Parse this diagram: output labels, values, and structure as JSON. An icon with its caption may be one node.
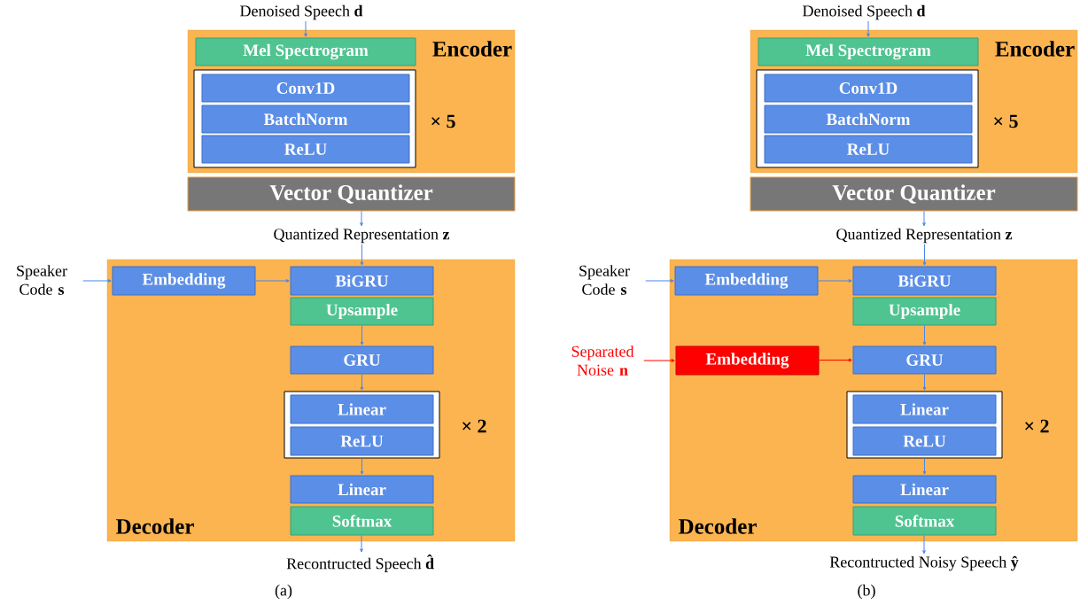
{
  "diagram": {
    "nodes": [
      {
        "text": [
          "Denoised Speech **d**"
        ]
      },
      {
        "text": [
          "Encoder"
        ]
      },
      {
        "text": [
          "Mel Spectrogram"
        ],
        "in": 1
      },
      {
        "text": [],
        "shape": "box",
        "in": 1,
        "beside": [
          "× 5"
        ]
      },
      {
        "text": [
          "Conv1D"
        ],
        "in": 3
      },
      {
        "text": [
          "BatchNorm"
        ],
        "in": 3
      },
      {
        "text": [
          "ReLU"
        ],
        "in": 3
      },
      {
        "text": [
          "Vector Quantizer"
        ]
      },
      {
        "text": [
          "Quantized Representation **z**"
        ]
      },
      {
        "text": [
          "Speaker Code **s**"
        ]
      },
      {
        "text": [
          "Decoder"
        ]
      },
      {
        "text": [
          "Embedding"
        ],
        "in": 10
      },
      {
        "text": [
          "BiGRU"
        ],
        "in": 10
      },
      {
        "text": [
          "Upsample"
        ],
        "in": 10
      },
      {
        "text": [
          "GRU"
        ],
        "in": 10
      },
      {
        "text": [],
        "shape": "box",
        "in": 10,
        "beside": [
          "× 2"
        ]
      },
      {
        "text": [
          "Linear"
        ],
        "in": 15
      },
      {
        "text": [
          "ReLU"
        ],
        "in": 15
      },
      {
        "text": [
          "Linear"
        ],
        "in": 10
      },
      {
        "text": [
          "Softmax"
        ],
        "in": 10
      },
      {
        "text": [
          "Recontructed Speech **d̂**"
        ]
      },
      {
        "text": [
          "Denoised Speech **d**"
        ]
      },
      {
        "text": [
          "Encoder"
        ]
      },
      {
        "text": [
          "Mel Spectrogram"
        ],
        "in": 22
      },
      {
        "text": [],
        "shape": "box",
        "in": 22,
        "beside": [
          "× 5"
        ]
      },
      {
        "text": [
          "Conv1D"
        ],
        "in": 24
      },
      {
        "text": [
          "BatchNorm"
        ],
        "in": 24
      },
      {
        "text": [
          "ReLU"
        ],
        "in": 24
      },
      {
        "text": [
          "Vector Quantizer"
        ]
      },
      {
        "text": [
          "Quantized Representation **z**"
        ]
      },
      {
        "text": [
          "Speaker Code **s**"
        ]
      },
      {
        "text": [
          "Separated Noise **n**"
        ]
      },
      {
        "text": [
          "Decoder"
        ]
      },
      {
        "text": [
          "Embedding"
        ],
        "in": 32
      },
      {
        "text": [
          "BiGRU"
        ],
        "in": 32
      },
      {
        "text": [
          "Upsample"
        ],
        "in": 32
      },
      {
        "text": [
          "Embedding"
        ],
        "in": 32
      },
      {
        "text": [
          "GRU"
        ],
        "in": 32
      },
      {
        "text": [],
        "shape": "box",
        "in": 32,
        "beside": [
          "× 2"
        ]
      },
      {
        "text": [
          "Linear"
        ],
        "in": 38
      },
      {
        "text": [
          "ReLU"
        ],
        "in": 38
      },
      {
        "text": [
          "Linear"
        ],
        "in": 32
      },
      {
        "text": [
          "Softmax"
        ],
        "in": 32
      },
      {
        "text": [
          "Recontructed Noisy Speech **ŷ**"
        ]
      }
    ],
    "edges": [
      {
        "from": 0,
        "to": 2,
        "arrow": "to"
      },
      {
        "from": 7,
        "to": 8,
        "arrow": "to"
      },
      {
        "from": 8,
        "to": 12,
        "arrow": "to"
      },
      {
        "from": 9,
        "to": 11,
        "arrow": "to"
      },
      {
        "from": 11,
        "to": 12,
        "arrow": "to"
      },
      {
        "from": 13,
        "to": 14,
        "arrow": "to"
      },
      {
        "from": 14,
        "to": 15,
        "arrow": "to"
      },
      {
        "from": 15,
        "to": 18,
        "arrow": "to"
      },
      {
        "from": 19,
        "to": 20,
        "arrow": "to"
      },
      {
        "from": 21,
        "to": 23,
        "arrow": "to"
      },
      {
        "from": 28,
        "to": 29,
        "arrow": "to"
      },
      {
        "from": 29,
        "to": 34,
        "arrow": "to"
      },
      {
        "from": 30,
        "to": 33,
        "arrow": "to"
      },
      {
        "from": 33,
        "to": 34,
        "arrow": "to"
      },
      {
        "from": 31,
        "to": 36,
        "arrow": "to",
        "color": "#ff0000"
      },
      {
        "from": 36,
        "to": 37,
        "arrow": "to",
        "color": "#ff0000"
      },
      {
        "from": 35,
        "to": 37,
        "arrow": "to"
      },
      {
        "from": 37,
        "to": 38,
        "arrow": "to"
      },
      {
        "from": 38,
        "to": 41,
        "arrow": "to"
      },
      {
        "from": 42,
        "to": 43,
        "arrow": "to"
      }
    ],
    "labels": [
      "(a)",
      "(b)"
    ]
  }
}
